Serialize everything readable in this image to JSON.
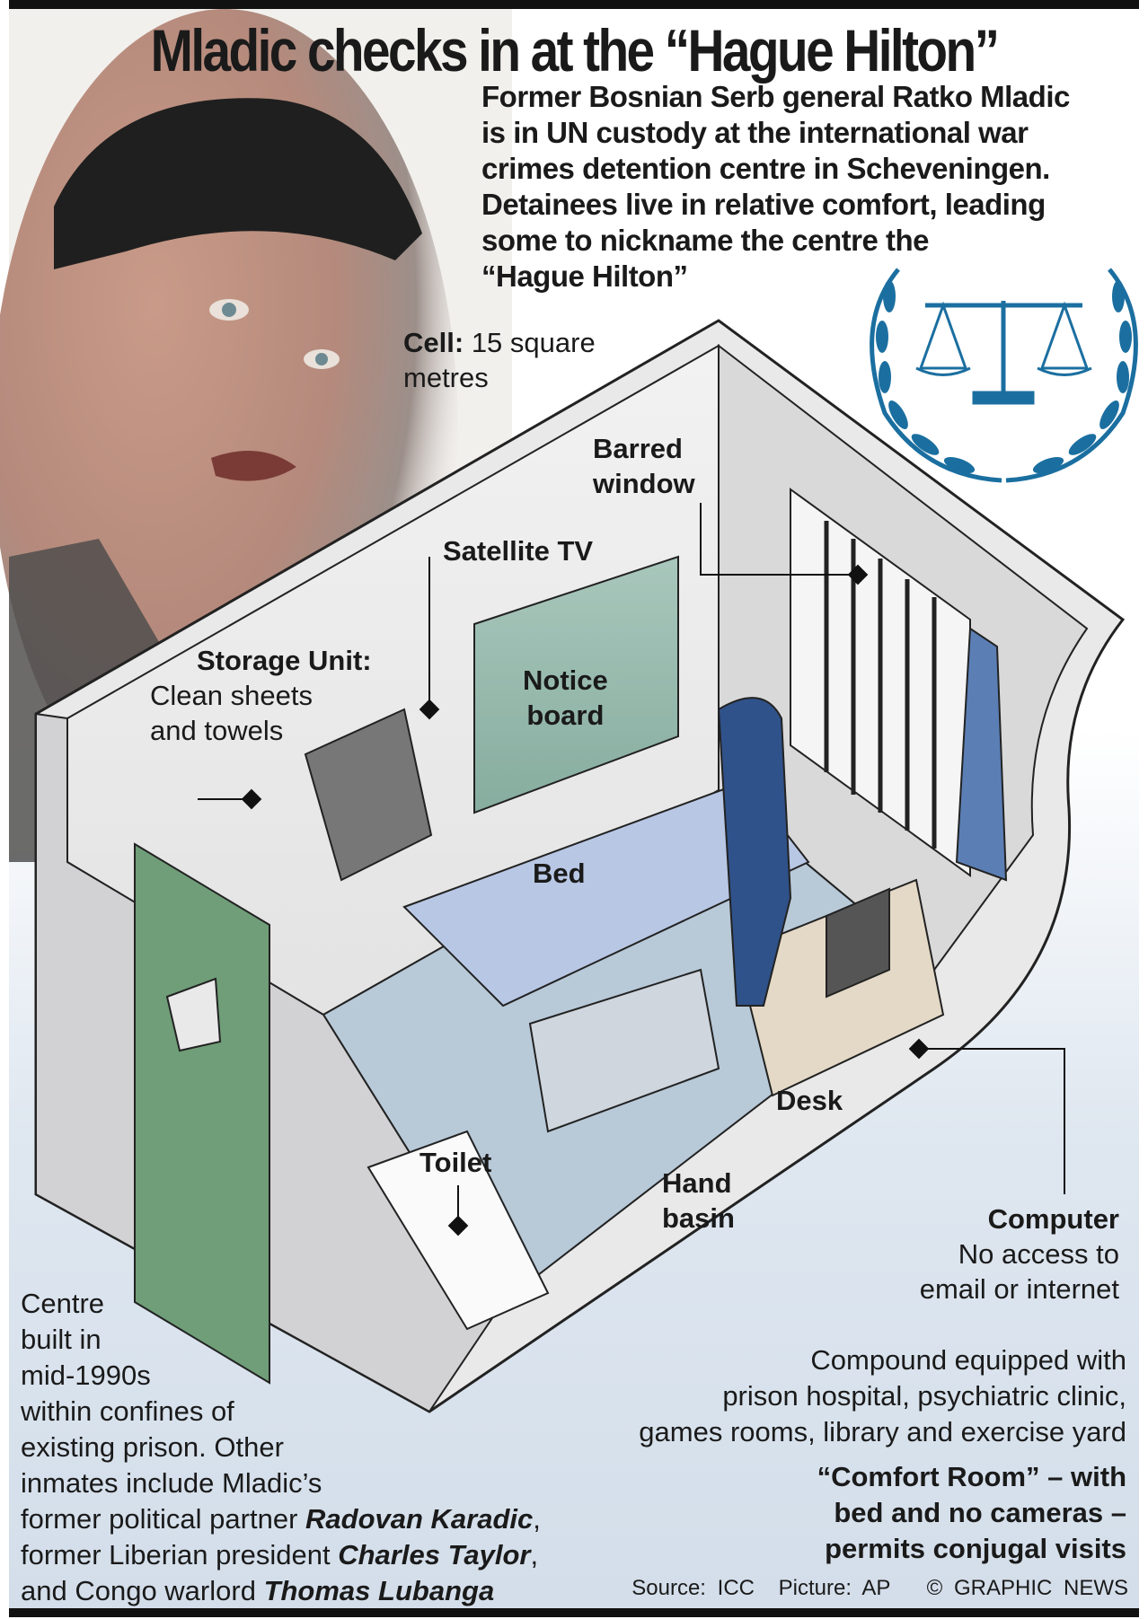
{
  "title": "Mladic checks in at the “Hague Hilton”",
  "intro": [
    "Former Bosnian Serb general Ratko Mladic",
    "is in UN custody at the international war",
    "crimes detention centre in Scheveningen.",
    "Detainees live in relative comfort, leading",
    "some to nickname the centre the",
    "“Hague Hilton”"
  ],
  "cell": {
    "label": "Cell:",
    "text1": "15 square",
    "text2": "metres"
  },
  "labels": {
    "barred_window": [
      "Barred",
      "window"
    ],
    "satellite_tv": "Satellite TV",
    "storage_title": "Storage Unit:",
    "storage_text": [
      "Clean sheets",
      "and towels"
    ],
    "notice_board": [
      "Notice",
      "board"
    ],
    "bed": "Bed",
    "desk": "Desk",
    "toilet": "Toilet",
    "hand_basin": [
      "Hand",
      "basin"
    ],
    "computer_title": "Computer",
    "computer_text": [
      "No access to",
      "email or internet"
    ]
  },
  "bottom_left": {
    "lines": [
      "Centre",
      "built in",
      "mid-1990s",
      "within confines of",
      "existing prison. Other",
      "inmates include Mladic’s"
    ],
    "line7_pre": "former political partner ",
    "name1": "Radovan Karadic",
    "line8_pre": "former Liberian president ",
    "name2": "Charles Taylor",
    "line9_pre": "and Congo warlord ",
    "name3": "Thomas Lubanga",
    "comma": ","
  },
  "compound": [
    "Compound equipped with",
    "prison hospital, psychiatric clinic,",
    "games rooms, library and exercise yard"
  ],
  "comfort": [
    "“Comfort Room” – with",
    "bed and no cameras –",
    "permits conjugal visits"
  ],
  "credits": {
    "source": "Source: ICC",
    "picture": "Picture: AP",
    "copyright": "© GRAPHIC NEWS"
  },
  "colors": {
    "logo_blue": "#1b6fa0",
    "door_green": "#6f9e78",
    "floor_blue": "#b8c9d8",
    "bg_blue": "#d6e0ec",
    "notice_green": "#9dbfb2"
  }
}
